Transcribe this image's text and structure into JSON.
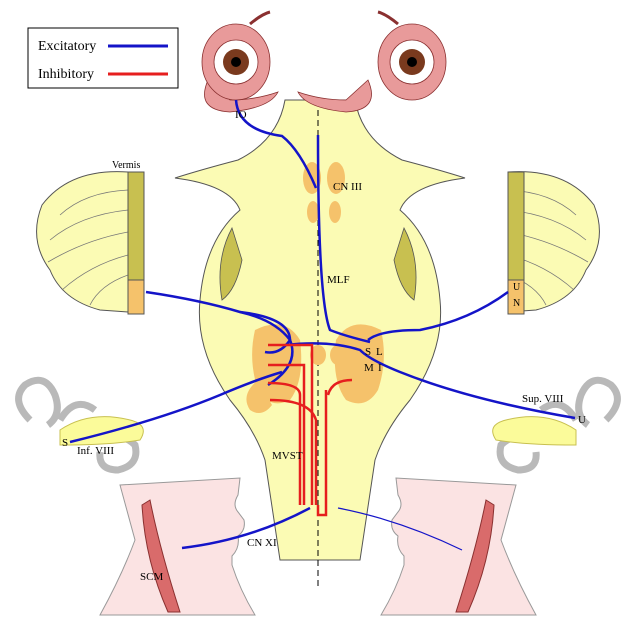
{
  "legend": {
    "excitatory": {
      "label": "Excitatory",
      "color": "#1414c8"
    },
    "inhibitory": {
      "label": "Inhibitory",
      "color": "#e61e1e"
    }
  },
  "labels": {
    "io": "IO",
    "cn3": "CN III",
    "mlf": "MLF",
    "vermis": "Vermis",
    "cerebellum_u": "U",
    "cerebellum_n": "N",
    "nucleus_s": "S",
    "nucleus_l": "L",
    "nucleus_m": "M",
    "nucleus_i": "I",
    "sup_viii": "Sup. VIII",
    "inf_viii": "Inf. VIII",
    "ear_right_u": "U",
    "ear_left_s": "S",
    "mvst": "MVST",
    "cn11": "CN XI",
    "scm": "SCM"
  },
  "colors": {
    "brainstem": "#fbfbb4",
    "cerebellum": "#fbfbb4",
    "vermis": "#c8c050",
    "nucleus": "#f5c26b",
    "eye_muscle": "#e89a9a",
    "iris": "#7a3a1e",
    "neck": "#fbe3e3",
    "muscle": "#d96b6b",
    "ear": "#b9b9b9"
  }
}
